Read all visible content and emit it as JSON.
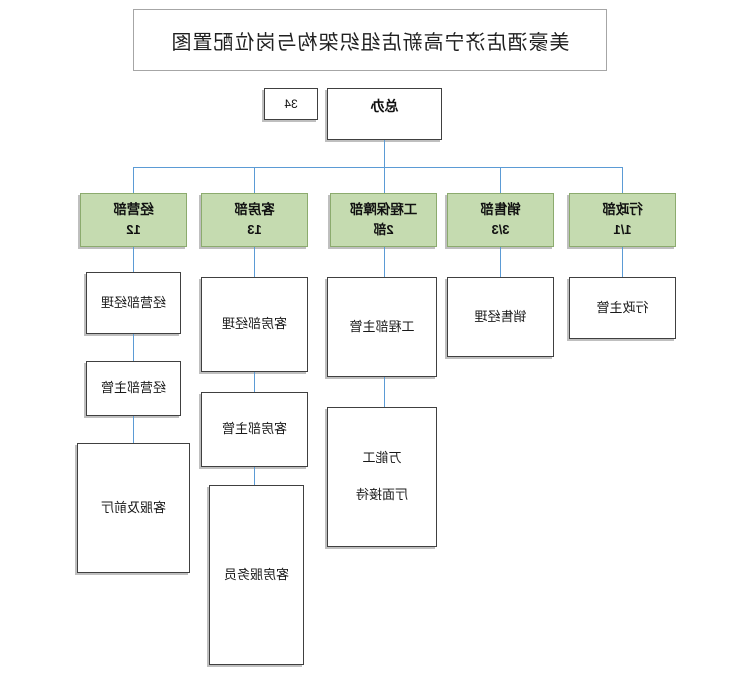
{
  "document": {
    "title": "美豪酒店济宁高新店组织架构与岗位配置图"
  },
  "chart_data": {
    "type": "diagram",
    "title": "美豪酒店济宁高新店组织架构与岗位配置图",
    "root": {
      "label": "总办",
      "count": "34"
    },
    "departments": [
      {
        "label": "行政部",
        "count": "1/1",
        "roles": [
          "行政主管"
        ]
      },
      {
        "label": "销售部",
        "count": "3/3",
        "roles": [
          "销售经理"
        ]
      },
      {
        "label": "工程保障部",
        "count": "2部",
        "roles": [
          "工程部主管",
          "万能工",
          "厅面接待"
        ]
      },
      {
        "label": "客房部",
        "count": "13",
        "roles": [
          "客房部经理",
          "客房部主管",
          "客房服务员"
        ]
      },
      {
        "label": "经营部",
        "count": "12",
        "roles": [
          "经营部经理",
          "经营部主管",
          "客服及前厅"
        ]
      }
    ]
  },
  "nodes": {
    "root_label": "总办",
    "root_count": "34",
    "dept_admin_label": "行政部",
    "dept_admin_count": "1/1",
    "dept_admin_role1": "行政主管",
    "dept_sales_label": "销售部",
    "dept_sales_count": "3/3",
    "dept_sales_role1": "销售经理",
    "dept_eng_label": "工程保障部",
    "dept_eng_count": "2部",
    "dept_eng_role1": "工程部主管",
    "dept_eng_role2a": "万能工",
    "dept_eng_role2b": "厅面接待",
    "dept_room_label": "客房部",
    "dept_room_count": "13",
    "dept_room_role1": "客房部经理",
    "dept_room_role2": "客房部主管",
    "dept_room_role3": "客房服务员",
    "dept_ops_label": "经营部",
    "dept_ops_count": "12",
    "dept_ops_role1": "经营部经理",
    "dept_ops_role2": "经营部主管",
    "dept_ops_role3": "客服及前厅"
  },
  "colors": {
    "department_fill": "#c5dbb0",
    "department_border": "#8cab6e",
    "connector": "#5b9bd5",
    "box_border": "#404040",
    "title_border": "#a6a6a6"
  }
}
